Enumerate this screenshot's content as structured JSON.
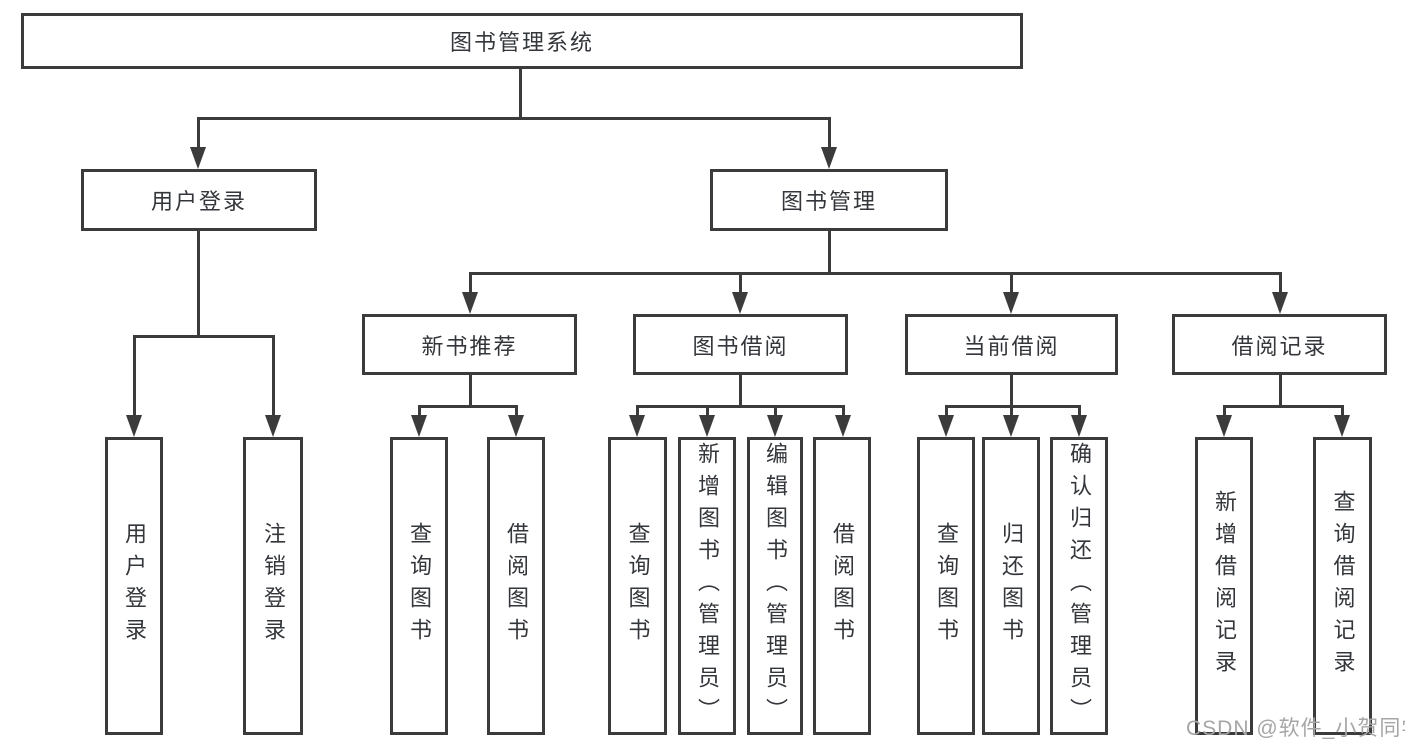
{
  "diagram": {
    "root": {
      "label": "图书管理系统"
    },
    "level2": [
      {
        "label": "用户登录",
        "children": [
          {
            "label": "用户登录"
          },
          {
            "label": "注销登录"
          }
        ]
      },
      {
        "label": "图书管理",
        "children": [
          {
            "label": "新书推荐",
            "children": [
              {
                "label": "查询图书"
              },
              {
                "label": "借阅图书"
              }
            ]
          },
          {
            "label": "图书借阅",
            "children": [
              {
                "label": "查询图书"
              },
              {
                "label": "新增图书（管理员）"
              },
              {
                "label": "编辑图书（管理员）"
              },
              {
                "label": "借阅图书"
              }
            ]
          },
          {
            "label": "当前借阅",
            "children": [
              {
                "label": "查询图书"
              },
              {
                "label": "归还图书"
              },
              {
                "label": "确认归还（管理员）"
              }
            ]
          },
          {
            "label": "借阅记录",
            "children": [
              {
                "label": "新增借阅记录"
              },
              {
                "label": "查询借阅记录"
              }
            ]
          }
        ]
      }
    ]
  },
  "watermark": {
    "text": "CSDN @软件_小贺同学"
  },
  "colors": {
    "line": "#3b3b3b",
    "text": "#33363a",
    "watermark": "#a6a6a6",
    "background": "#ffffff"
  }
}
